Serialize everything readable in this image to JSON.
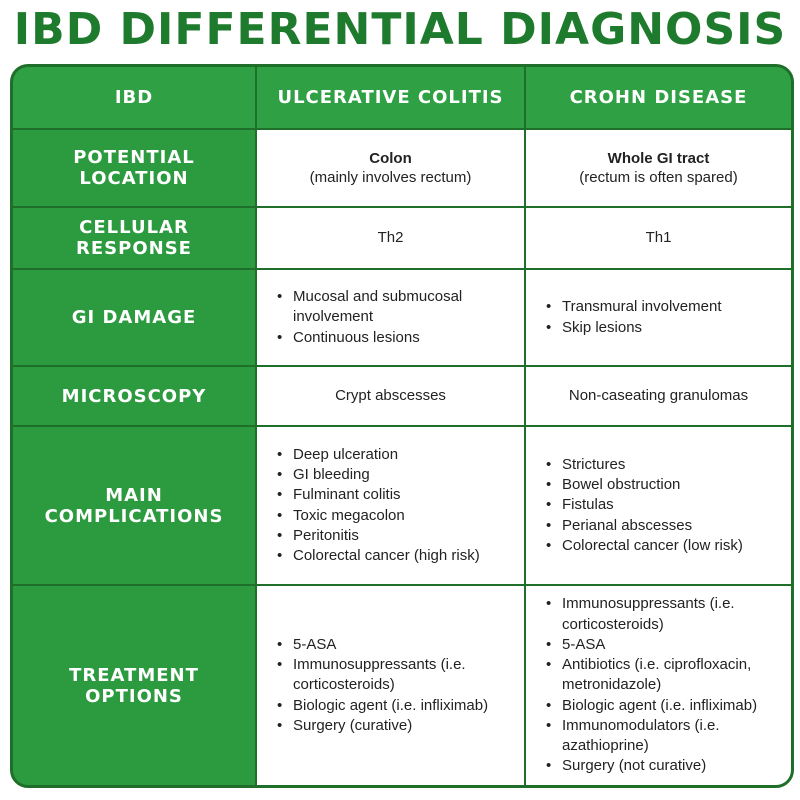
{
  "title": "IBD DIFFERENTIAL DIAGNOSIS",
  "header": {
    "col0": "IBD",
    "col1": "ULCERATIVE COLITIS",
    "col2": "CROHN DISEASE"
  },
  "rows": {
    "location": {
      "label": "POTENTIAL LOCATION",
      "uc_main": "Colon",
      "uc_sub": "(mainly involves rectum)",
      "cd_main": "Whole GI tract",
      "cd_sub": "(rectum is often spared)"
    },
    "cellular": {
      "label": "CELLULAR RESPONSE",
      "uc": "Th2",
      "cd": "Th1"
    },
    "damage": {
      "label": "GI DAMAGE",
      "uc": [
        "Mucosal and submucosal involvement",
        "Continuous lesions"
      ],
      "cd": [
        "Transmural involvement",
        "Skip lesions"
      ]
    },
    "microscopy": {
      "label": "MICROSCOPY",
      "uc": "Crypt abscesses",
      "cd": "Non-caseating granulomas"
    },
    "complications": {
      "label": "MAIN COMPLICATIONS",
      "uc": [
        "Deep ulceration",
        "GI bleeding",
        "Fulminant colitis",
        "Toxic megacolon",
        "Peritonitis",
        "Colorectal cancer (high risk)"
      ],
      "cd": [
        "Strictures",
        "Bowel obstruction",
        "Fistulas",
        "Perianal abscesses",
        "Colorectal cancer (low risk)"
      ]
    },
    "treatment": {
      "label": "TREATMENT OPTIONS",
      "uc": [
        "5-ASA",
        "Immunosuppressants (i.e. corticosteroids)",
        "Biologic agent (i.e. infliximab)",
        "Surgery (curative)"
      ],
      "cd": [
        "Immunosuppressants (i.e. corticosteroids)",
        "5-ASA",
        "Antibiotics (i.e. ciprofloxacin, metronidazole)",
        "Biologic agent (i.e. infliximab)",
        "Immunomodulators (i.e. azathioprine)",
        "Surgery (not curative)"
      ]
    }
  },
  "colors": {
    "header_green": "#2fa043",
    "label_green": "#2c9a3f",
    "border_green": "#1f6f2a",
    "title_green": "#1e7a2c"
  }
}
